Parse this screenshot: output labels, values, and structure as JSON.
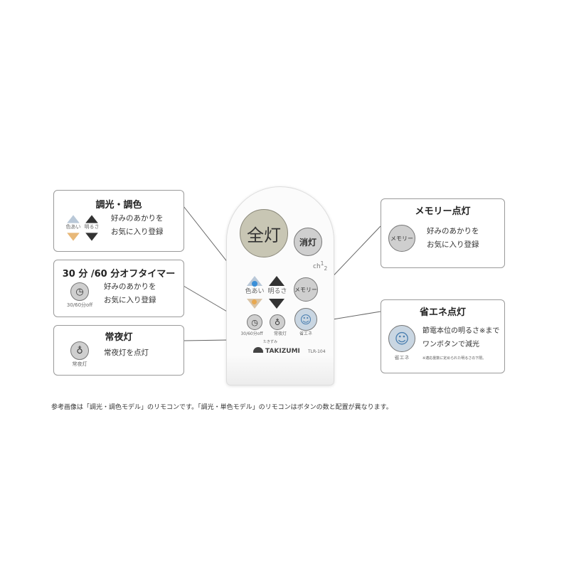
{
  "remote": {
    "all_on": "全灯",
    "off": "消灯",
    "color_label": "色あい",
    "bright_label": "明るさ",
    "memory": "メモリー",
    "timer_label": "30/60分off",
    "night_label": "常夜灯",
    "eco_label": "省エネ",
    "channel": "ch",
    "channel_1": "1",
    "channel_2": "2",
    "brand_small": "たきずみ",
    "brand": "TAKIZUMI",
    "model": "TLR-104"
  },
  "callouts": [
    {
      "title": "調光・調色",
      "icon_labels": [
        "色あい",
        "明るさ"
      ],
      "lines": [
        "好みのあかりを",
        "お気に入り登録"
      ]
    },
    {
      "title": "30 分 /60 分オフタイマー",
      "icon_label": "30/60分off",
      "lines": [
        "好みのあかりを",
        "お気に入り登録"
      ]
    },
    {
      "title": "常夜灯",
      "icon_label": "常夜灯",
      "lines": [
        "常夜灯を点灯"
      ]
    },
    {
      "title": "メモリー点灯",
      "icon_label": "メモリー",
      "lines": [
        "好みのあかりを",
        "お気に入り登録"
      ]
    },
    {
      "title": "省エネ点灯",
      "icon_label": "省エネ",
      "lines": [
        "節電本位の明るさ※まで",
        "ワンボタンで減光"
      ],
      "note": "※適応畳数に定められた明るさの下限。"
    }
  ],
  "footnote": "参考画像は「調光・調色モデル」のリモコンです。「調光・単色モデル」のリモコンはボタンの数と配置が異なります。",
  "colors": {
    "color_up": "#3a8fd8",
    "color_down": "#e8a850",
    "all_on_button": "#c8c6b4",
    "eco_button": "#c9d6e2"
  }
}
